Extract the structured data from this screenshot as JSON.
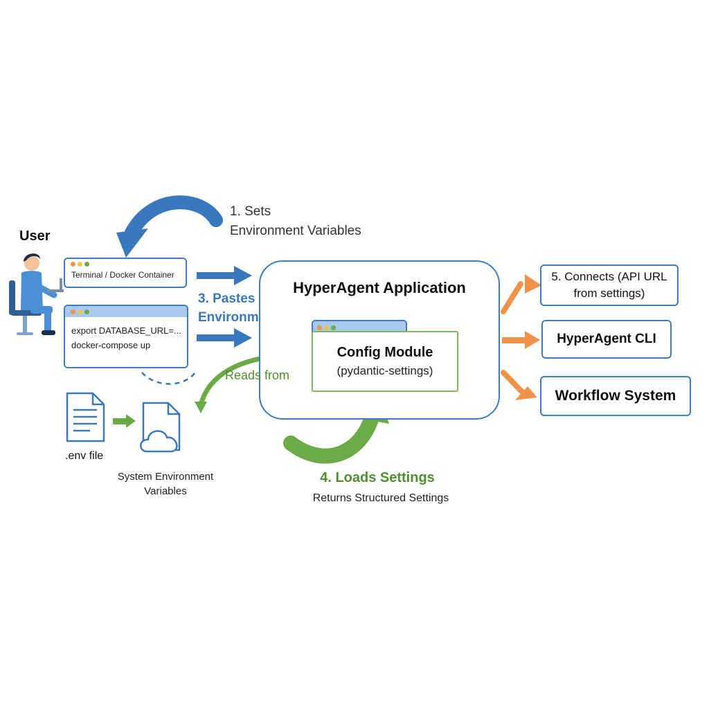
{
  "user_label": "User",
  "step1": {
    "line1": "1. Sets",
    "line2": "Environment Variables"
  },
  "terminal": {
    "title": "Terminal / Docker Container"
  },
  "command_window": {
    "line1": "export DATABASE_URL=...",
    "line2": "docker-compose up"
  },
  "step3": {
    "line1": "3. Pastes",
    "line2": "Environment"
  },
  "app": {
    "title": "HyperAgent Application"
  },
  "config_module": {
    "title": "Config Module",
    "subtitle": "(pydantic-settings)"
  },
  "reads_from": "Reads from",
  "env_file_label": ".env file",
  "system_env": {
    "line1": "System Environment",
    "line2": "Variables"
  },
  "step4": {
    "title": "4. Loads Settings",
    "subtitle": "Returns Structured Settings"
  },
  "outputs": {
    "connects": {
      "line1": "5. Connects (API URL",
      "line2": "from settings)"
    },
    "cli": "HyperAgent CLI",
    "workflow": "Workflow System"
  },
  "colors": {
    "blue_arrow": "#3a78bd",
    "green_arrow": "#6aab48",
    "orange_arrow": "#f0934a",
    "box_border": "#3d7cc0",
    "green_border": "#7ab85a",
    "title_bar": "#a9c9ec",
    "step3_text": "#3a78bd",
    "step4_text": "#4e8f2e"
  },
  "icons": [
    "person-at-desk-icon",
    "document-icon",
    "cloud-document-icon"
  ]
}
